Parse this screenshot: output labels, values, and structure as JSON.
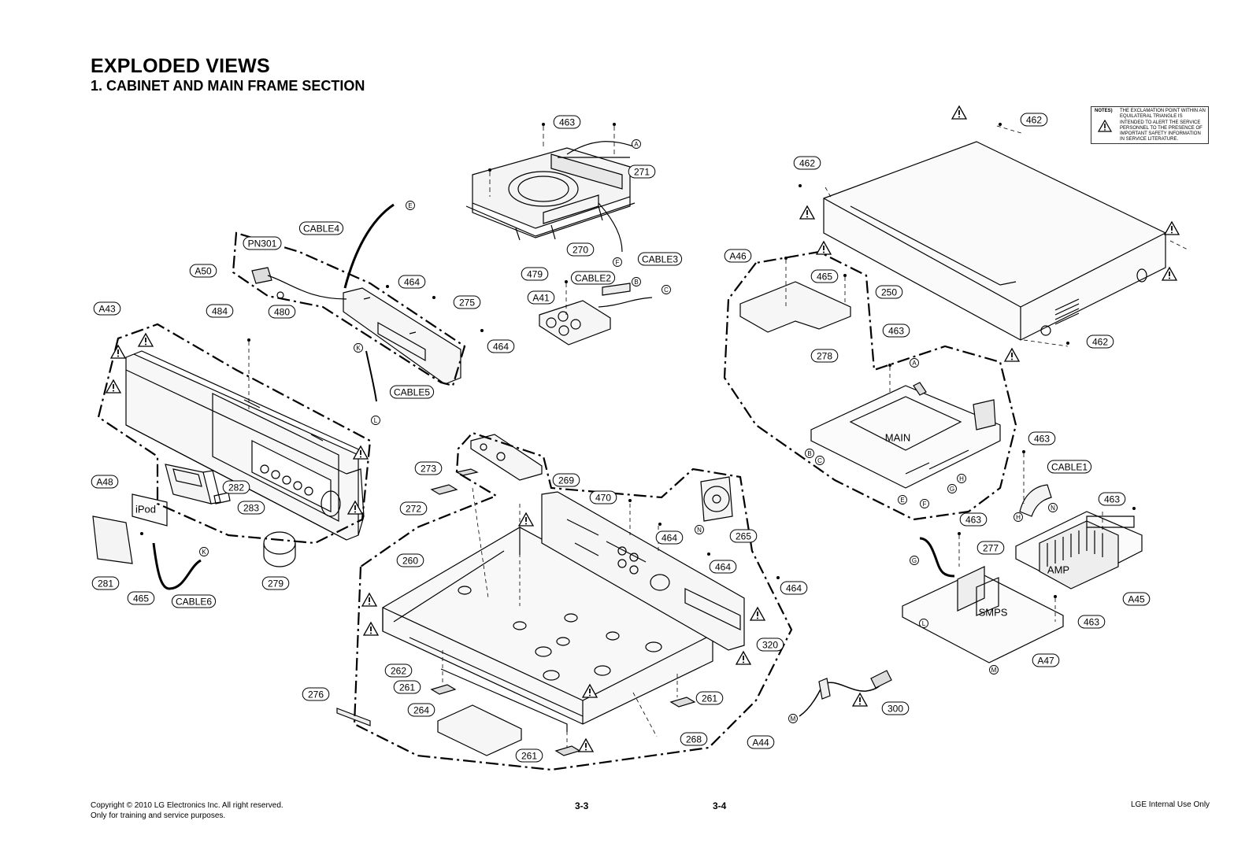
{
  "header": {
    "title": "EXPLODED VIEWS",
    "subtitle": "1. CABINET AND MAIN FRAME SECTION"
  },
  "notes": {
    "heading": "NOTES)",
    "text": "THE EXCLAMATION POINT WITHIN AN EQUILATERAL TRIANGLE IS INTENDED TO ALERT THE SERVICE PERSONNEL TO THE PRESENCE OF IMPORTANT SAFETY INFORMATION IN SERVICE LITERATURE."
  },
  "footer": {
    "copyright": "Copyright © 2010 LG Electronics Inc. All right reserved.",
    "purpose": "Only for training and service purposes.",
    "page_left": "3-3",
    "page_right": "3-4",
    "internal": "LGE Internal Use Only"
  },
  "board_names": [
    "MAIN",
    "iPod",
    "AMP",
    "SMPS"
  ],
  "part_labels": [
    "463",
    "271",
    "270",
    "479",
    "A41",
    "CABLE2",
    "CABLE3",
    "CABLE4",
    "PN301",
    "A50",
    "464",
    "275",
    "480",
    "464",
    "CABLE5",
    "A43",
    "484",
    "A48",
    "282",
    "283",
    "279",
    "281",
    "465",
    "CABLE6",
    "273",
    "269",
    "272",
    "470",
    "464",
    "265",
    "464",
    "260",
    "464",
    "320",
    "262",
    "261",
    "276",
    "264",
    "261",
    "268",
    "261",
    "A44",
    "462",
    "462",
    "A46",
    "465",
    "250",
    "278",
    "463",
    "462",
    "463",
    "CABLE1",
    "463",
    "463",
    "277",
    "A45",
    "463",
    "A47",
    "300"
  ],
  "connector_letters": [
    "A",
    "E",
    "F",
    "B",
    "C",
    "K",
    "L",
    "K",
    "N",
    "A",
    "B",
    "C",
    "E",
    "F",
    "G",
    "H",
    "H",
    "N",
    "G",
    "L",
    "M",
    "M"
  ]
}
